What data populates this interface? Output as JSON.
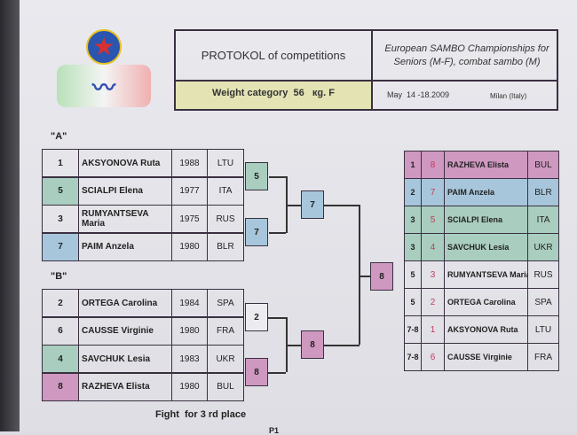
{
  "header": {
    "title": "PROTOKOL of competitions",
    "event": "European SAMBO Championships  for Seniors (M-F), combat sambo (M)",
    "weight": "Weight category  56   кg. F",
    "dates": "May  14 -18.2009",
    "place": "Milan (Italy)"
  },
  "groups": [
    {
      "label": "\"A\"",
      "rows": [
        {
          "num": "1",
          "name": "AKSYONOVA Ruta",
          "year": "1988",
          "country": "LTU",
          "color": "none"
        },
        {
          "num": "5",
          "name": "SCIALPI Elena",
          "year": "1977",
          "country": "ITA",
          "color": "green"
        },
        {
          "num": "3",
          "name": "RUMYANTSEVA Maria",
          "year": "1975",
          "country": "RUS",
          "color": "none"
        },
        {
          "num": "7",
          "name": "PAIM Anzela",
          "year": "1980",
          "country": "BLR",
          "color": "blue"
        }
      ]
    },
    {
      "label": "\"B\"",
      "rows": [
        {
          "num": "2",
          "name": "ORTEGA Carolina",
          "year": "1984",
          "country": "SPA",
          "color": "none"
        },
        {
          "num": "6",
          "name": "CAUSSE Virginie",
          "year": "1980",
          "country": "FRA",
          "color": "none"
        },
        {
          "num": "4",
          "name": "SAVCHUK Lesia",
          "year": "1983",
          "country": "UKR",
          "color": "green"
        },
        {
          "num": "8",
          "name": "RAZHEVA Elista",
          "year": "1980",
          "country": "BUL",
          "color": "pink"
        }
      ]
    }
  ],
  "bracket": {
    "a_r1_top": "5",
    "a_r1_bottom": "7",
    "a_final": "7",
    "b_r1_top": "2",
    "b_r1_bottom": "8",
    "b_final": "8",
    "final": "8"
  },
  "results": [
    {
      "place": "1",
      "num": "8",
      "name": "RAZHEVA Elista",
      "country": "BUL",
      "color": "pink"
    },
    {
      "place": "2",
      "num": "7",
      "name": "PAIM Anzela",
      "country": "BLR",
      "color": "blue"
    },
    {
      "place": "3",
      "num": "5",
      "name": "SCIALPI Elena",
      "country": "ITA",
      "color": "green"
    },
    {
      "place": "3",
      "num": "4",
      "name": "SAVCHUK Lesia",
      "country": "UKR",
      "color": "green"
    },
    {
      "place": "5",
      "num": "3",
      "name": "RUMYANTSEVA Maria",
      "country": "RUS",
      "color": "none"
    },
    {
      "place": "5",
      "num": "2",
      "name": "ORTEGA Carolina",
      "country": "SPA",
      "color": "none"
    },
    {
      "place": "7-8",
      "num": "1",
      "name": "AKSYONOVA Ruta",
      "country": "LTU",
      "color": "none"
    },
    {
      "place": "7-8",
      "num": "6",
      "name": "CAUSSE Virginie",
      "country": "FRA",
      "color": "none"
    }
  ],
  "footer": {
    "third_place": "Fight  for 3 rd place",
    "page": "P1"
  }
}
